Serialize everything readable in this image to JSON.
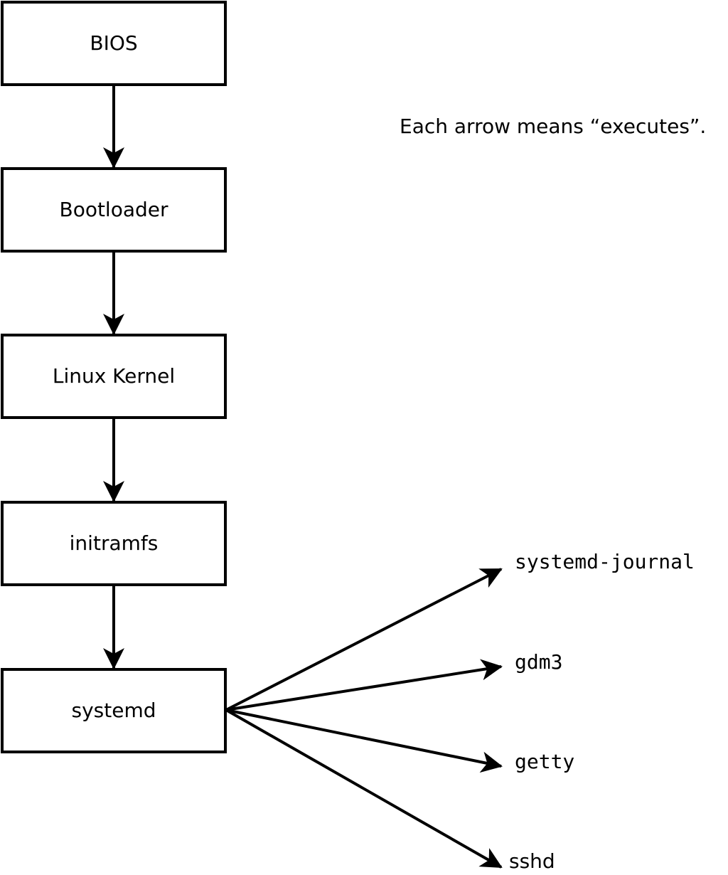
{
  "note": "Each arrow means “executes”.",
  "stages": [
    {
      "label": "BIOS"
    },
    {
      "label": "Bootloader"
    },
    {
      "label": "Linux Kernel"
    },
    {
      "label": "initramfs"
    },
    {
      "label": "systemd"
    }
  ],
  "children": [
    {
      "label": "systemd-journal",
      "font": "mono"
    },
    {
      "label": "gdm3",
      "font": "mono"
    },
    {
      "label": "getty",
      "font": "mono"
    },
    {
      "label": "sshd",
      "font": "sans"
    }
  ],
  "colors": {
    "stroke": "#000000",
    "background": "#ffffff"
  }
}
